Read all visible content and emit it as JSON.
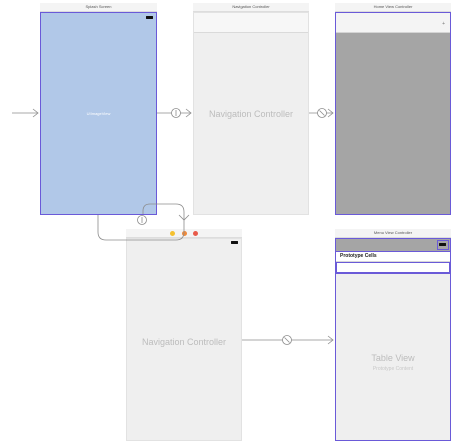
{
  "scenes": {
    "splash": {
      "title": "Splash Screen",
      "view_label": "UIImageView"
    },
    "nav_top": {
      "title": "Navigation Controller",
      "center_label": "Navigation Controller"
    },
    "home": {
      "title": "Home View Controller",
      "item_glyph": "+"
    },
    "nav_bottom": {
      "center_label": "Navigation Controller"
    },
    "menu": {
      "title": "Menu View Controller",
      "section_header": "Prototype Cells",
      "table_label": "Table View",
      "table_sublabel": "Prototype Content"
    }
  },
  "segues": [
    {
      "name": "entry-segue",
      "icon": "entry-arrow-icon"
    },
    {
      "name": "splash-to-nav-segue",
      "icon": "push-segue-icon"
    },
    {
      "name": "nav-to-home-segue",
      "icon": "relationship-segue-icon"
    },
    {
      "name": "splash-to-nav-bottom-segue",
      "icon": "push-segue-icon"
    },
    {
      "name": "nav-bottom-to-menu-segue",
      "icon": "relationship-segue-icon"
    }
  ],
  "colors": {
    "selection": "#6a5ad8",
    "splash_fill": "#b1c8e8",
    "nav_fill": "#efefef",
    "home_fill": "#a5a5a5",
    "dot_yellow": "#f5c130",
    "dot_orange": "#f08a3a",
    "dot_red": "#e85a4a"
  }
}
